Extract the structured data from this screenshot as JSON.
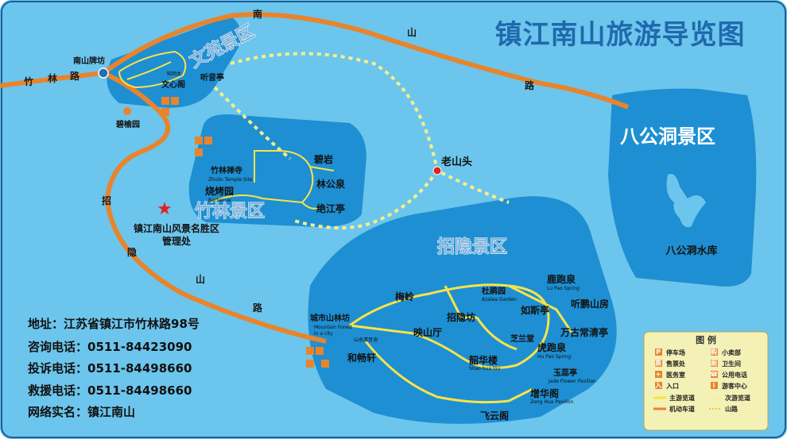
{
  "title": "镇江南山旅游导览图",
  "roads": {
    "nanshan": [
      "南",
      "山",
      "路"
    ],
    "zhulin": [
      "竹",
      "林",
      "路"
    ],
    "zhaoyin": [
      "招",
      "隐",
      "山",
      "路"
    ]
  },
  "zones": {
    "wenyuan": "文苑景区",
    "zhulin": "竹林景区",
    "zhaoyin": "招隐景区",
    "bagongdong": "八公洞景区"
  },
  "places": {
    "nanshan_gate": "南山牌坊",
    "biyuyuan": "碧榆园",
    "laoshantou": "老山头",
    "management": [
      "镇江南山风景名胜区",
      "管理处"
    ],
    "bagongdong_reservoir": "八公洞水库",
    "wenxinge": "文心阁",
    "zhaoyin_pavilion": "昭明太",
    "tinggu": "听音亭"
  },
  "zhulin_pois": {
    "biyan": "碧岩",
    "zhulin_temple": "竹林禅寺",
    "zhulin_temple_en": "Zhulin Temple Site",
    "linggongquan": "林公泉",
    "shaokaoyuan": "烧烤园",
    "shaokaoyuan_en": "Barbecue",
    "juejiangting": "绝江亭"
  },
  "zhaoyin_pois": {
    "meiling": "梅岭",
    "dujuanyuan": "杜鹃园",
    "dujuanyuan_en": "Azalea Garden",
    "lupaoquan_n": "鹿跑泉",
    "lupaoquan_n_en": "Lu Pao Spring",
    "tinglushanfang": "听鹏山房",
    "rusiting": "如斯亭",
    "wangu": "万古常清亭",
    "chengshishanlinfang": "城市山林坊",
    "chengshishanlinfang_en": [
      "Mountain Forest",
      "in a city"
    ],
    "shanshui": "山水清音池",
    "zhaoyinfang": "招隐坊",
    "yingshanting": "映山厅",
    "zhilantang": "芝兰堂",
    "hupaoquan": "虎跑泉",
    "hupaoquan_en": "Hu Pao Spring",
    "shaohualou": "韶华楼",
    "shaohualou_en": "Shao hua lou",
    "yuruiting": "玉蕊亭",
    "yuruiting_en": "Jade Flower Pavilion",
    "zenghuage": "增华阁",
    "zenghuage_en": "Zeng Hua Pavilion",
    "feiyunge": "飞云阁",
    "hechangxuan": "和畅轩"
  },
  "info": [
    "地址：江苏省镇江市竹林路98号",
    "咨询电话：0511-84423090",
    "投诉电话：0511-84498660",
    "救援电话：0511-84498660",
    "网络实名：镇江南山"
  ],
  "legend": {
    "title": "图 例",
    "items": [
      {
        "icon": "P",
        "label": "停车场"
      },
      {
        "icon": "购",
        "label": "小卖部"
      },
      {
        "icon": "票",
        "label": "售票处"
      },
      {
        "icon": "厕",
        "label": "卫生间"
      },
      {
        "icon": "+",
        "label": "医务室"
      },
      {
        "icon": "☎",
        "label": "公用电话"
      },
      {
        "icon": "入",
        "label": "入口"
      },
      {
        "icon": "i",
        "label": "游客中心"
      }
    ],
    "lines": [
      {
        "label": "主游览道"
      },
      {
        "label": "次游览道"
      },
      {
        "label": "机动车道"
      },
      {
        "label": "山路"
      }
    ]
  },
  "colors": {
    "water": "#6cc5ec",
    "zone": "#1e8fd2",
    "road": "#e8842c",
    "trail": "#f5f08a",
    "path": "#f7e34a",
    "title": "#1f69ad"
  }
}
